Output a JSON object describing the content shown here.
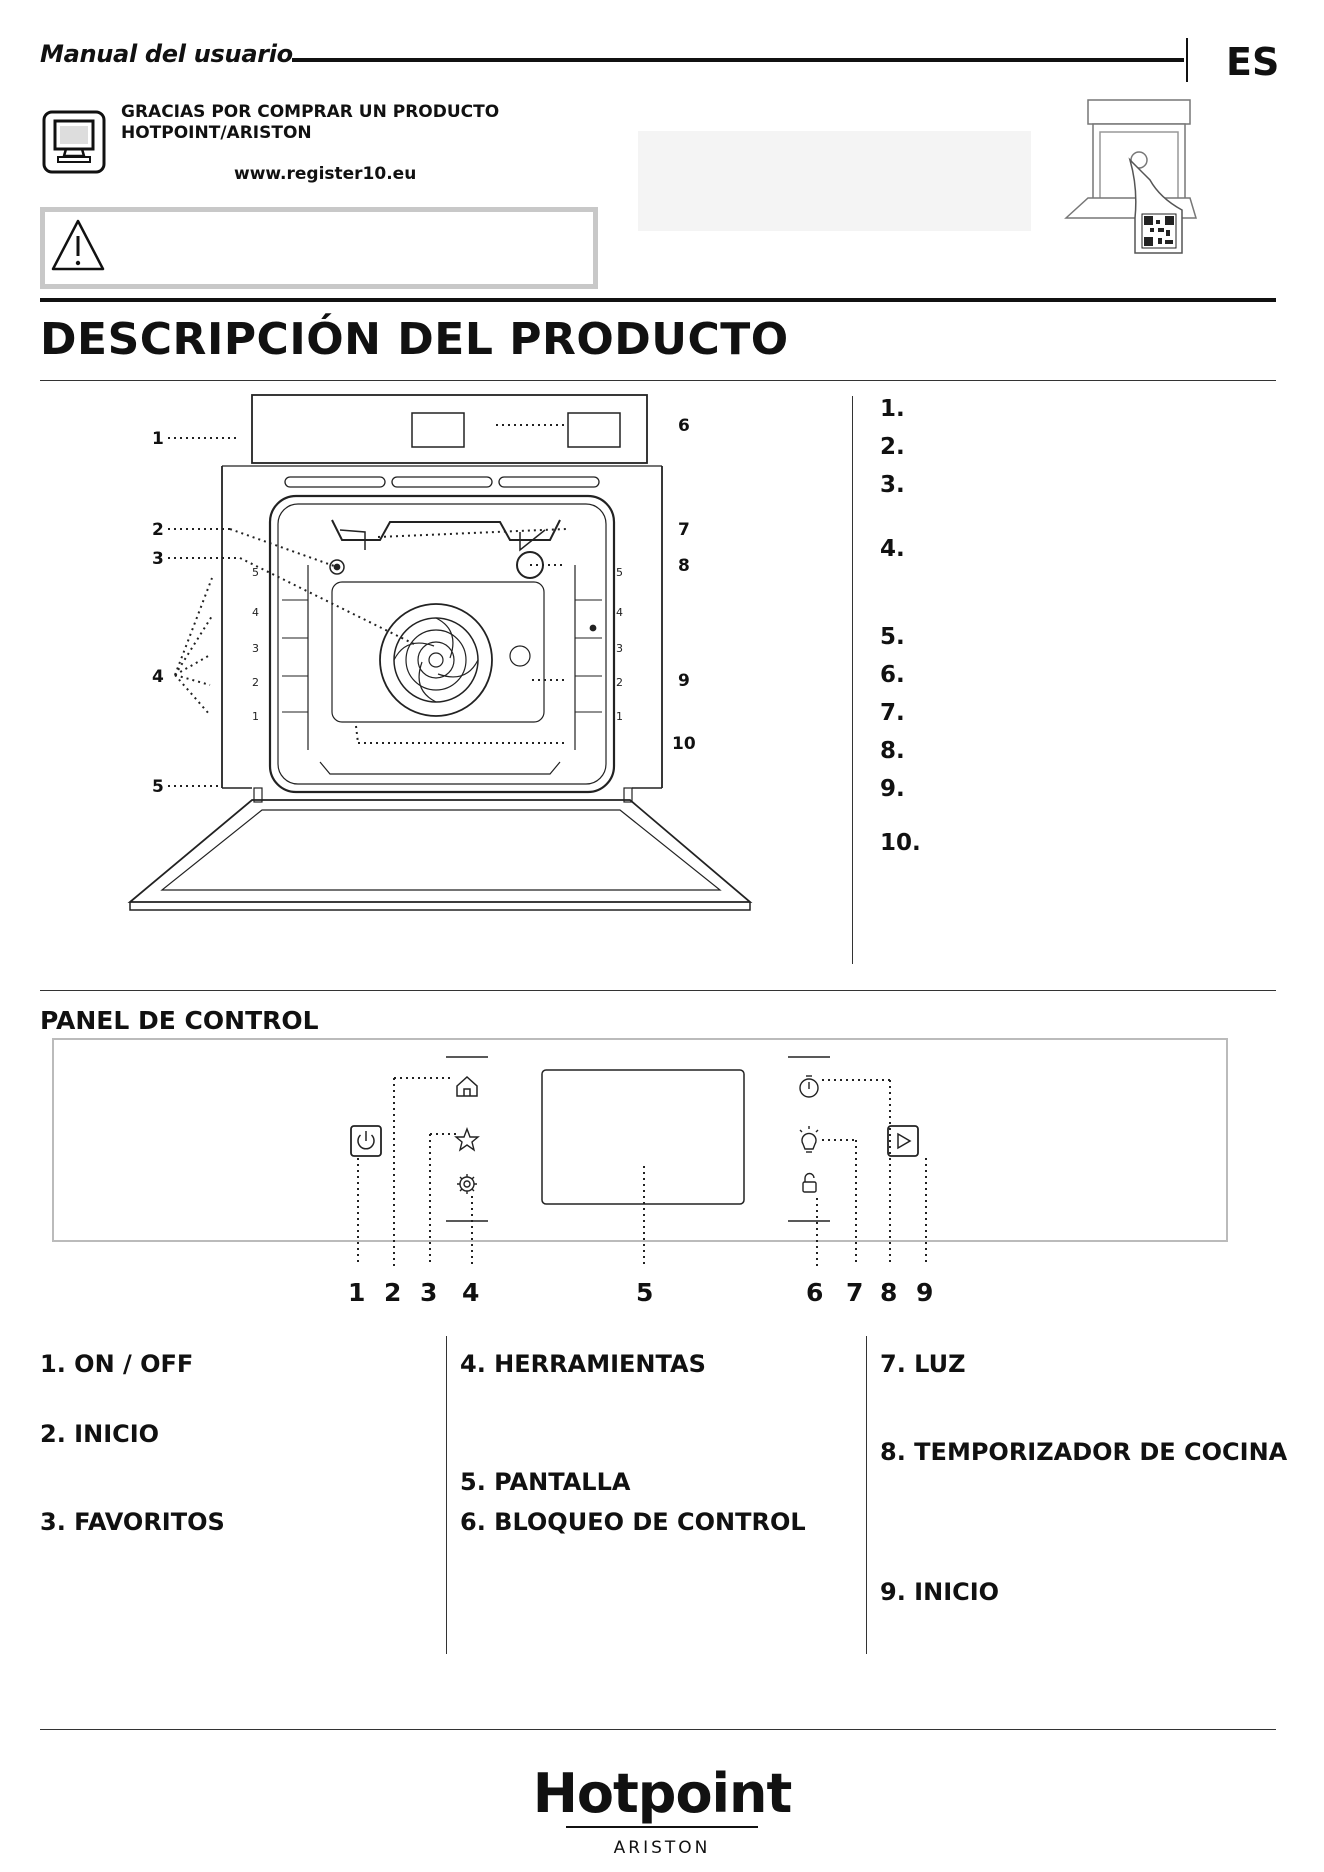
{
  "header": {
    "title": "Manual del usuario",
    "lang": "ES"
  },
  "register": {
    "thanks_line1": "GRACIAS POR COMPRAR UN PRODUCTO",
    "thanks_line2": "HOTPOINT/ARISTON",
    "url": "www.register10.eu"
  },
  "product": {
    "title": "DESCRIPCIÓN DEL PRODUCTO",
    "callouts": [
      "1",
      "2",
      "3",
      "4",
      "5",
      "6",
      "7",
      "8",
      "9",
      "10"
    ],
    "shelf_numbers": [
      "1",
      "2",
      "3",
      "4",
      "5"
    ],
    "list": [
      "1.",
      "2.",
      "3.",
      "4.",
      "5.",
      "6.",
      "7.",
      "8.",
      "9.",
      "10."
    ]
  },
  "control_panel": {
    "title": "PANEL DE CONTROL",
    "numbers": [
      "1",
      "2",
      "3",
      "4",
      "5",
      "6",
      "7",
      "8",
      "9"
    ],
    "labels": {
      "l1": "1. ON / OFF",
      "l2": "2. INICIO",
      "l3": "3. FAVORITOS",
      "l4": "4. HERRAMIENTAS",
      "l5": "5. PANTALLA",
      "l6": "6. BLOQUEO DE CONTROL",
      "l7": "7. LUZ",
      "l8": "8. TEMPORIZADOR DE COCINA",
      "l9": "9. INICIO"
    },
    "icons": [
      "power-icon",
      "home-icon",
      "star-icon",
      "gear-icon",
      "timer-icon",
      "bulb-icon",
      "lock-icon",
      "play-icon"
    ]
  },
  "brand": {
    "name": "Hotpoint",
    "sub": "ARISTON"
  }
}
